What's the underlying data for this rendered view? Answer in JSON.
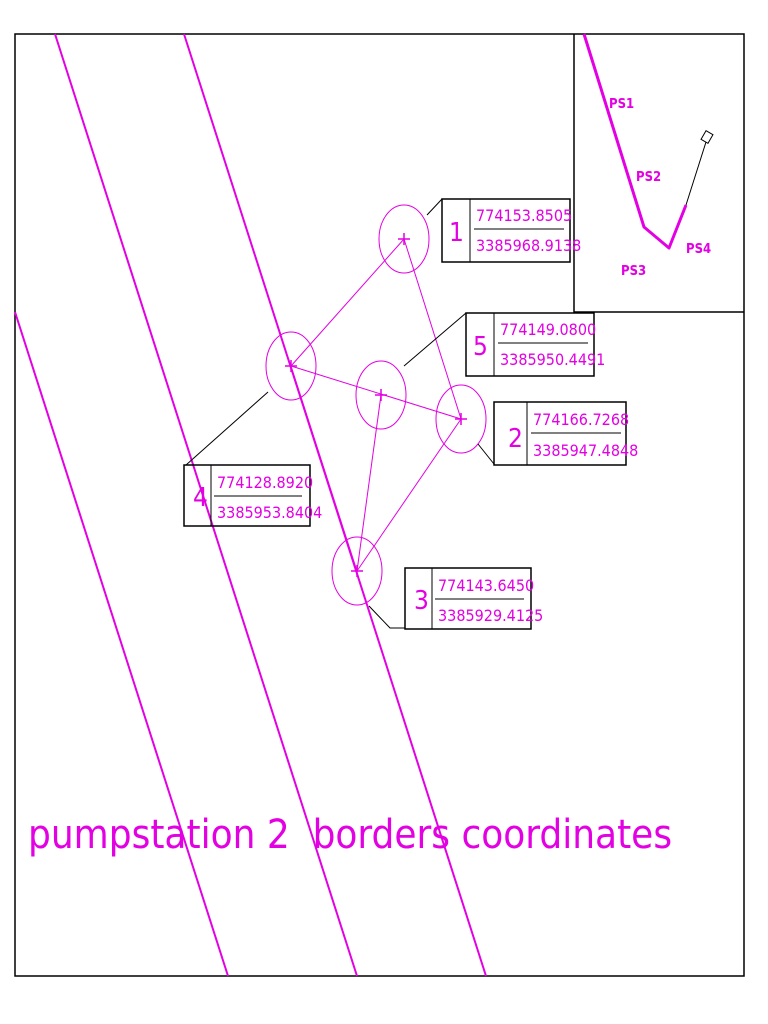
{
  "title": "pumpstation 2  borders coordinates",
  "colors": {
    "accent": "#e300e3",
    "line": "#000000",
    "background": "#ffffff"
  },
  "points": [
    {
      "id": "1",
      "x": "774153.8505",
      "y": "3385968.9138"
    },
    {
      "id": "2",
      "x": "774166.7268",
      "y": "3385947.4848"
    },
    {
      "id": "3",
      "x": "774143.6450",
      "y": "3385929.4125"
    },
    {
      "id": "4",
      "x": "774128.8920",
      "y": "3385953.8404"
    },
    {
      "id": "5",
      "x": "774149.0800",
      "y": "3385950.4491"
    }
  ],
  "key_map": {
    "labels": [
      "PS1",
      "PS2",
      "PS3",
      "PS4"
    ]
  }
}
